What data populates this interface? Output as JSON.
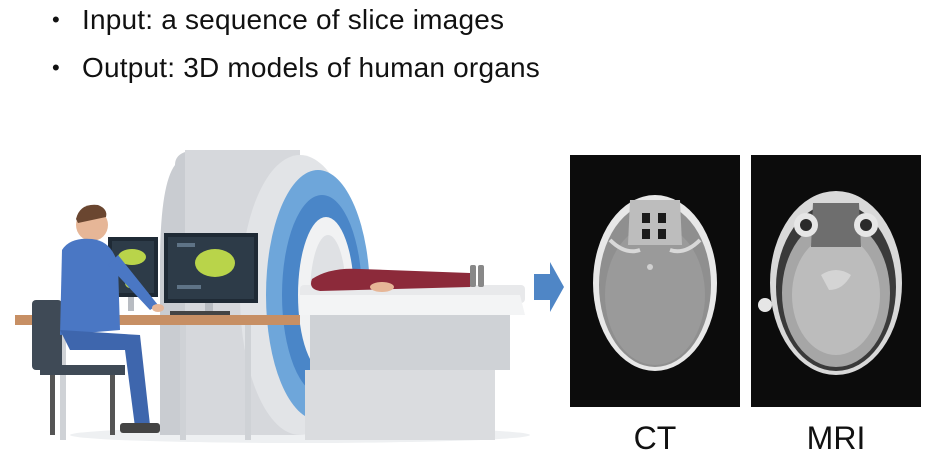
{
  "bullets": [
    {
      "marker": "•",
      "text": "Input: a sequence of slice images"
    },
    {
      "marker": "•",
      "text": "Output: 3D models of human organs"
    }
  ],
  "scans": {
    "ct_label": "CT",
    "mri_label": "MRI"
  },
  "colors": {
    "arrow": "#4f86c6",
    "scrubs": "#4a77c4",
    "blanket": "#8c2a3a",
    "scanner_ring": "#6ea6da",
    "scanner_body": "#d4d6da"
  }
}
